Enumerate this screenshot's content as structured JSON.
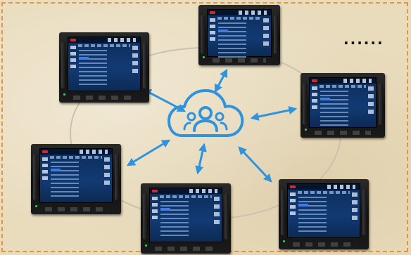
{
  "overflow_marker": "......",
  "colors": {
    "background": "#e9dcbd",
    "border_dashed": "#e8943a",
    "ring": "#c9c2b0",
    "arrow": "#2f93dd",
    "cloud": "#2f93dd"
  },
  "icons": {
    "hub": "cloud-users-icon",
    "node": "device-icon",
    "link": "double-arrow-icon"
  },
  "diagram": {
    "hub": {
      "icon": "cloud-users-icon"
    },
    "devices": [
      {
        "id": "device-top-left"
      },
      {
        "id": "device-top-center"
      },
      {
        "id": "device-right"
      },
      {
        "id": "device-left"
      },
      {
        "id": "device-bottom-center"
      },
      {
        "id": "device-bottom-right"
      }
    ]
  }
}
